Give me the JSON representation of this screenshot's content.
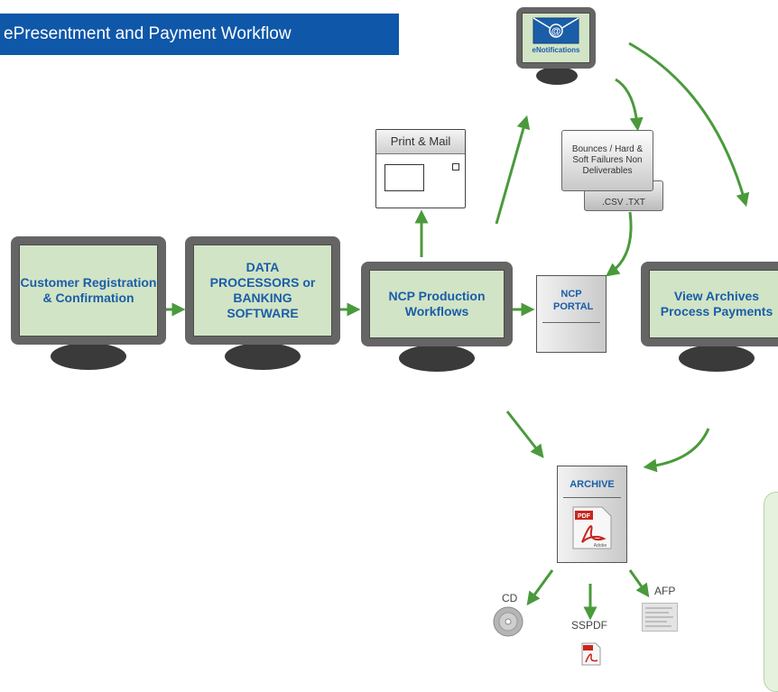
{
  "title": "ePresentment and Payment Workflow",
  "nodes": {
    "customer": "Customer Registration & Confirmation",
    "data_processors": "DATA PROCESSORS or BANKING SOFTWARE",
    "ncp_production": "NCP Production Workflows",
    "ncp_portal": "NCP PORTAL",
    "view_archives": "View Archives Process Payments",
    "print_mail": "Print & Mail",
    "enotifications": "eNotifications",
    "bounces": "Bounces / Hard & Soft Failures Non Deliverables",
    "csv_txt": ".CSV  .TXT",
    "archive": "ARCHIVE",
    "cd": "CD",
    "sspdf": "SSPDF",
    "afp": "AFP",
    "pdf_label": "PDF",
    "adobe_label": "Adobe"
  },
  "colors": {
    "title_bg": "#0f57a8",
    "screen_fill": "#d2e4c6",
    "label_blue": "#1a5ea8",
    "arrow_green": "#4a9a3c"
  }
}
